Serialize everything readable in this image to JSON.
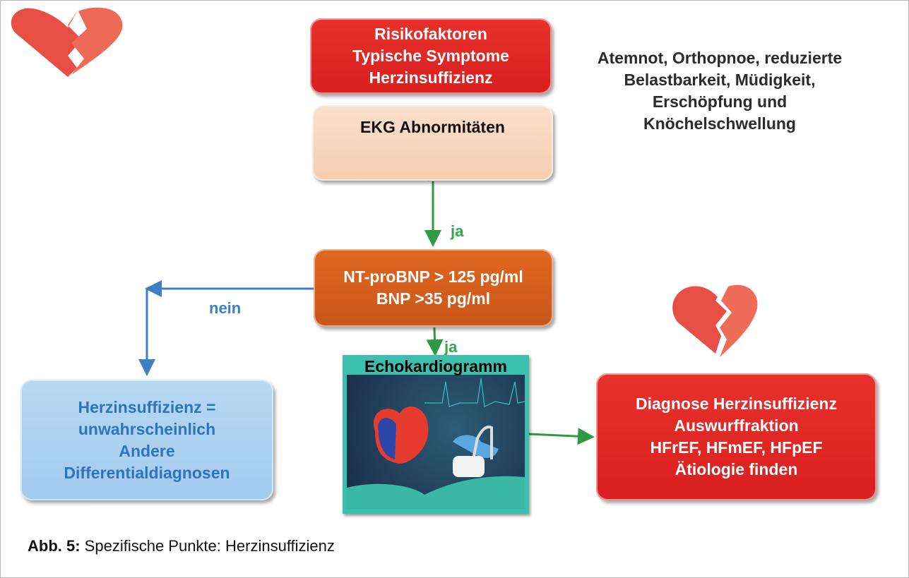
{
  "boxes": {
    "risk": [
      "Risikofaktoren",
      "Typische Symptome",
      "Herzinsuffizienz"
    ],
    "ekg": "EKG Abnormitäten",
    "bnp": [
      "NT-proBNP > 125 pg/ml",
      "BNP >35 pg/ml"
    ],
    "echo": "Echokardiogramm",
    "negative": [
      "Herzinsuffizienz =",
      "unwahrscheinlich",
      "Andere",
      "Differentialdiagnosen"
    ],
    "diagnosis": [
      "Diagnose Herzinsuffizienz",
      "Auswurffraktion",
      "HFrEF, HFmEF, HFpEF",
      "Ätiologie finden"
    ]
  },
  "symptoms": [
    "Atemnot, Orthopnoe, reduzierte",
    "Belastbarkeit, Müdigkeit,",
    "Erschöpfung und",
    "Knöchelschwellung"
  ],
  "labels": {
    "ja1": "ja",
    "ja2": "ja",
    "nein": "nein"
  },
  "caption": {
    "label": "Abb. 5:",
    "text": " Spezifische Punkte: Herzinsuffizienz"
  },
  "colors": {
    "red": "#e02626",
    "orange": "#d4601c",
    "lightblue": "#a9cff0",
    "green": "#2ea84a",
    "blue": "#3d7fc4"
  }
}
